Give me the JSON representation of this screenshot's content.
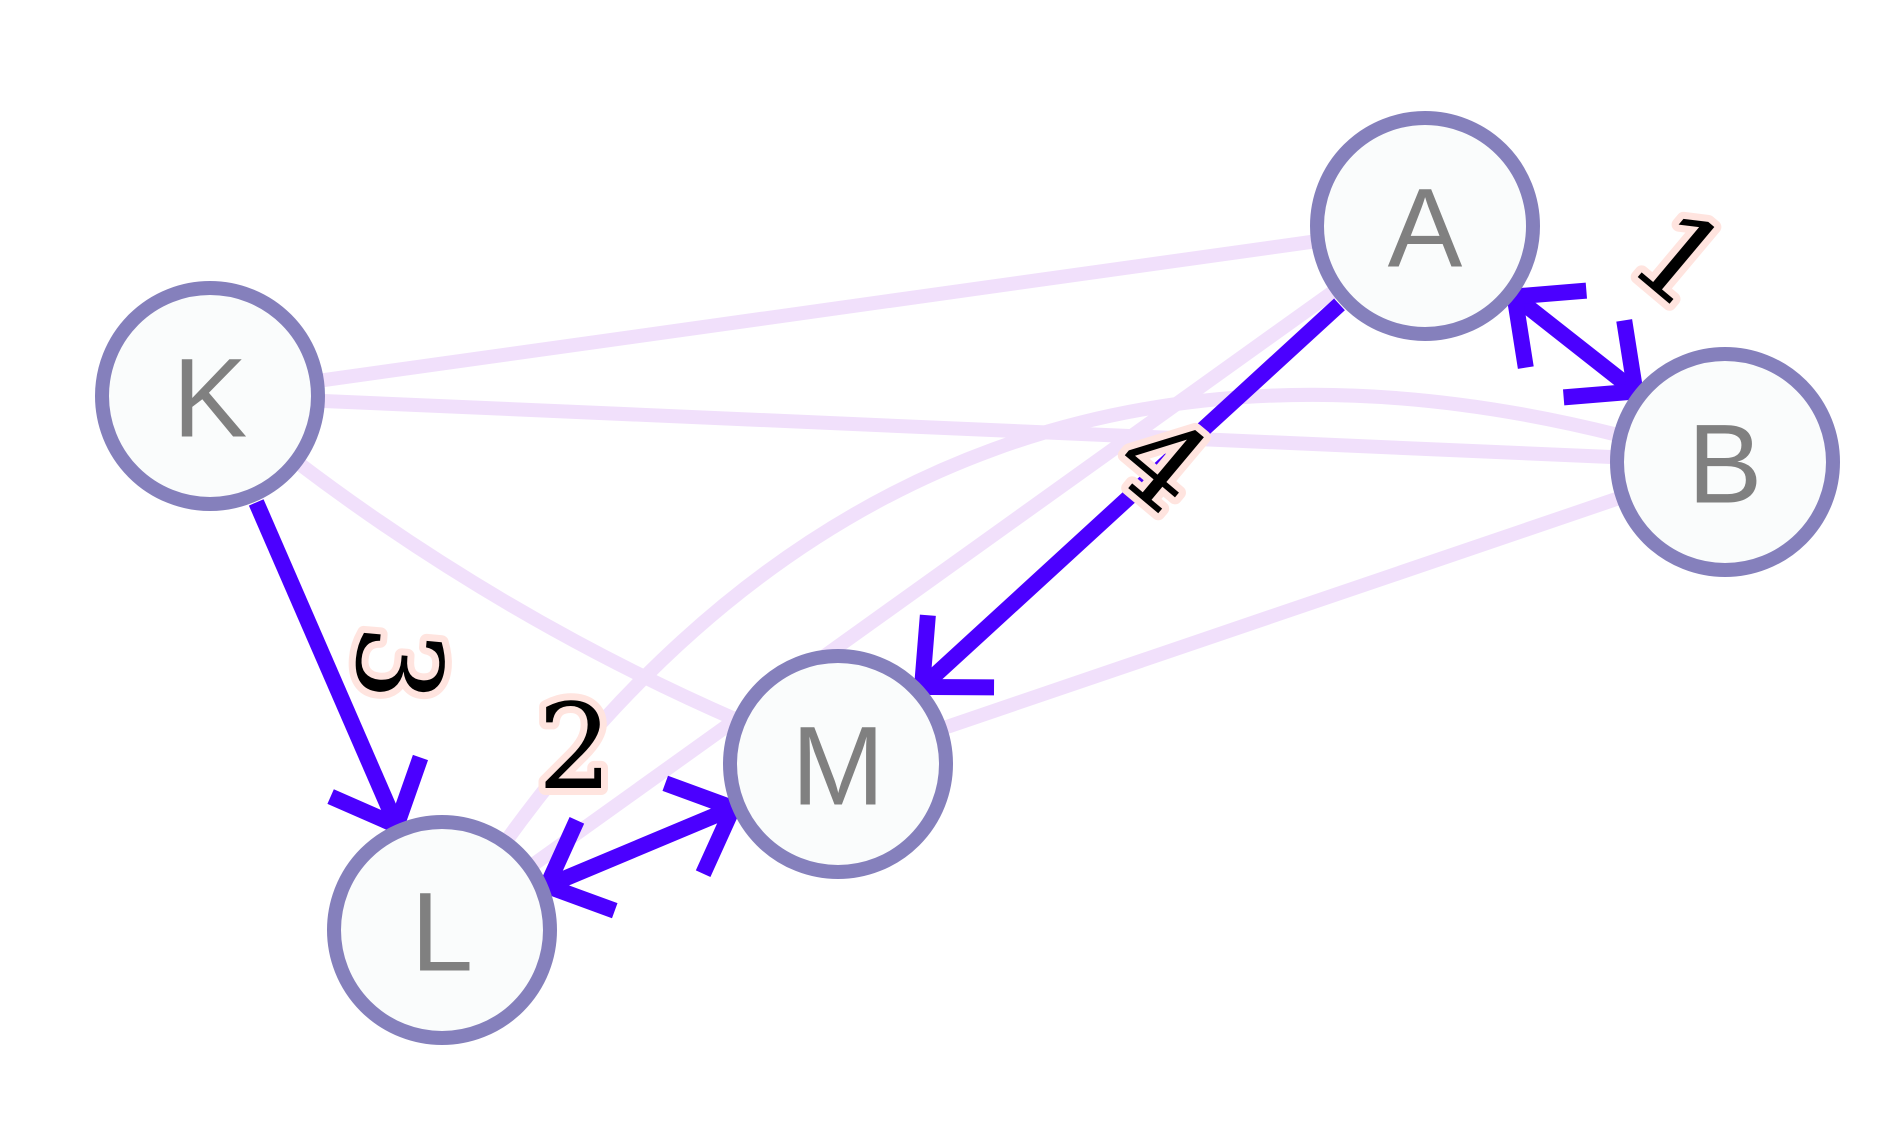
{
  "colors": {
    "node_fill": "#fafcfc",
    "node_stroke": "#8580bc",
    "node_text": "#808080",
    "highlight_edge": "#4b00ff",
    "faint_edge": "#f1e0fb",
    "label_text": "#000000",
    "label_halo": "#ffe4df"
  },
  "nodes": [
    {
      "id": "A",
      "label": "A"
    },
    {
      "id": "B",
      "label": "B"
    },
    {
      "id": "K",
      "label": "K"
    },
    {
      "id": "L",
      "label": "L"
    },
    {
      "id": "M",
      "label": "M"
    }
  ],
  "faint_edges": [
    {
      "from": "K",
      "to": "A"
    },
    {
      "from": "K",
      "to": "B"
    },
    {
      "from": "K",
      "to": "M"
    },
    {
      "from": "A",
      "to": "L"
    },
    {
      "from": "B",
      "to": "M"
    },
    {
      "from": "B",
      "to": "L"
    }
  ],
  "highlighted_edges": [
    {
      "from": "A",
      "to": "B",
      "direction": "both",
      "label": "1"
    },
    {
      "from": "L",
      "to": "M",
      "direction": "both",
      "label": "2"
    },
    {
      "from": "K",
      "to": "L",
      "direction": "forward",
      "label": "3"
    },
    {
      "from": "A",
      "to": "M",
      "direction": "forward",
      "label": "4"
    }
  ]
}
